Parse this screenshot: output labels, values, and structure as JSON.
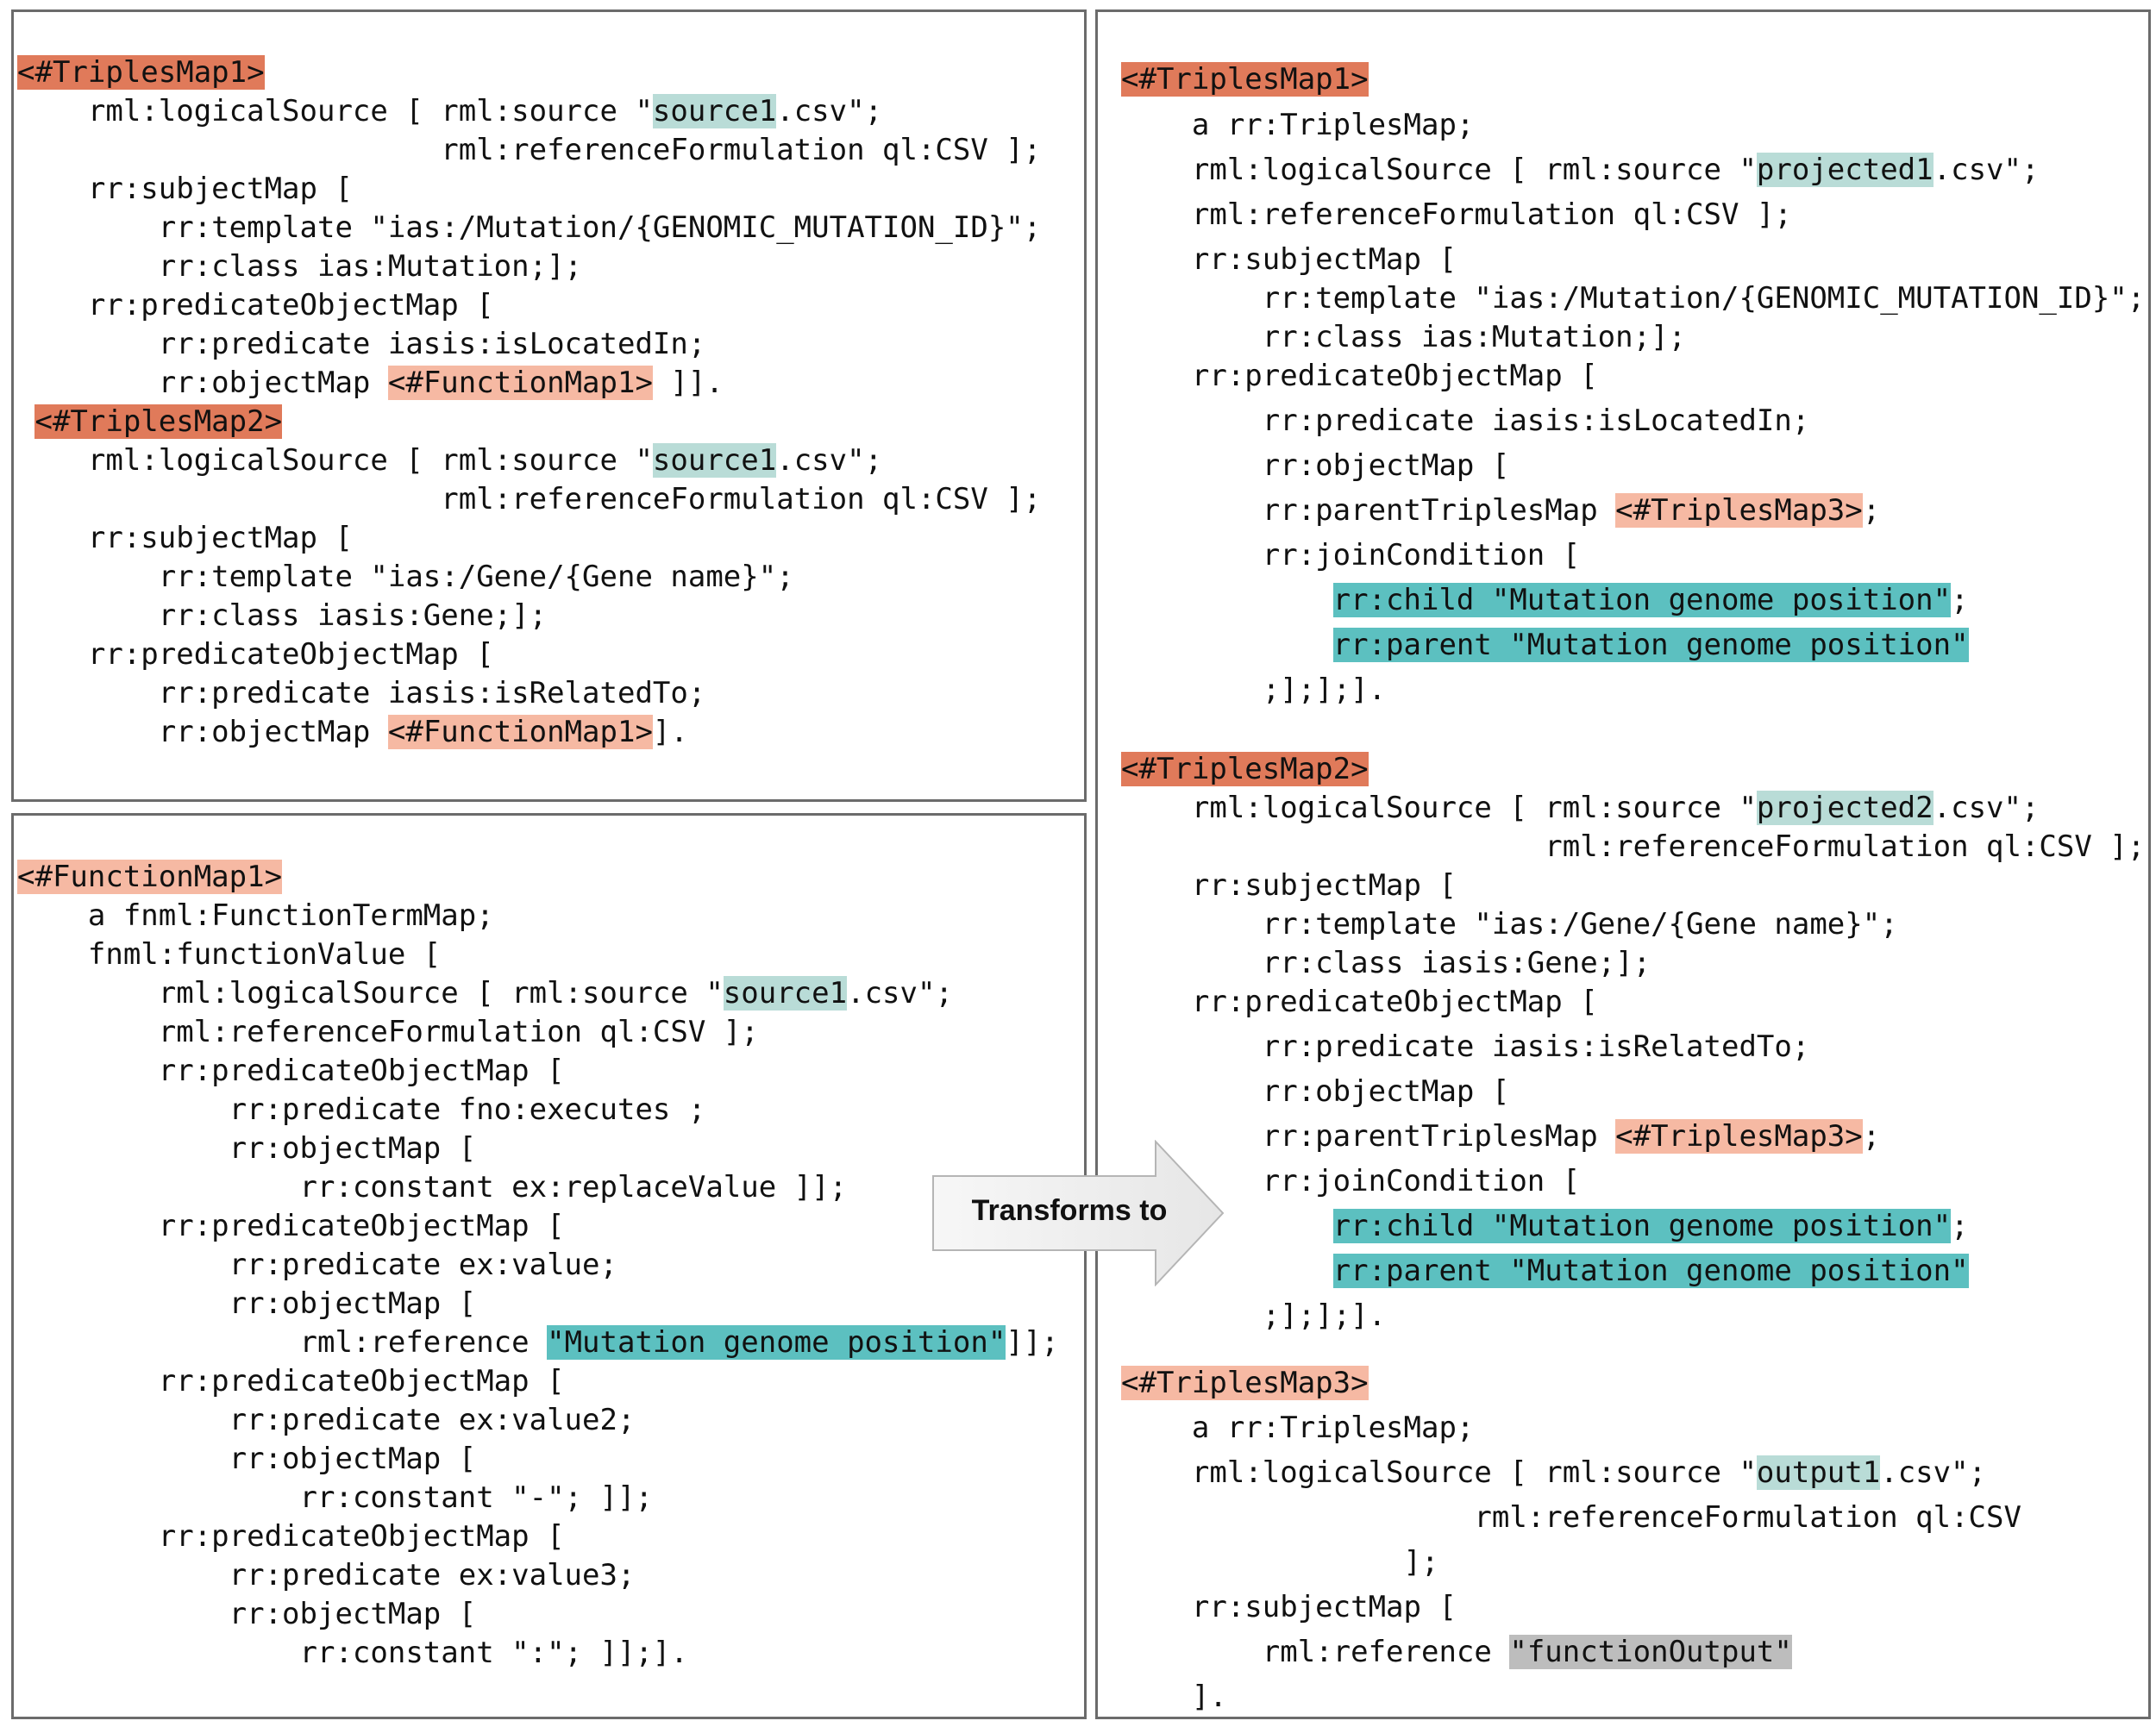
{
  "panels": {
    "top_left": {
      "lines": [
        [
          {
            "text": "<#TriplesMap1>",
            "hl": "dark"
          }
        ],
        [
          {
            "text": "    rml:logicalSource [ rml:source \""
          },
          {
            "text": "source1",
            "hl": "teal-light"
          },
          {
            "text": ".csv\";"
          }
        ],
        [
          {
            "text": "                        rml:referenceFormulation ql:CSV ];"
          }
        ],
        [
          {
            "text": "    rr:subjectMap ["
          }
        ],
        [
          {
            "text": "        rr:template \"ias:/Mutation/{GENOMIC_MUTATION_ID}\";"
          }
        ],
        [
          {
            "text": "        rr:class ias:Mutation;];"
          }
        ],
        [
          {
            "text": "    rr:predicateObjectMap ["
          }
        ],
        [
          {
            "text": "        rr:predicate iasis:isLocatedIn;"
          }
        ],
        [
          {
            "text": "        rr:objectMap "
          },
          {
            "text": "<#FunctionMap1>",
            "hl": "light"
          },
          {
            "text": " ]]."
          }
        ],
        [
          {
            "text": " "
          },
          {
            "text": "<#TriplesMap2>",
            "hl": "dark"
          }
        ],
        [
          {
            "text": "    rml:logicalSource [ rml:source \""
          },
          {
            "text": "source1",
            "hl": "teal-light"
          },
          {
            "text": ".csv\";"
          }
        ],
        [
          {
            "text": "                        rml:referenceFormulation ql:CSV ];"
          }
        ],
        [
          {
            "text": "    rr:subjectMap ["
          }
        ],
        [
          {
            "text": "        rr:template \"ias:/Gene/{Gene name}\";"
          }
        ],
        [
          {
            "text": "        rr:class iasis:Gene;];"
          }
        ],
        [
          {
            "text": "    rr:predicateObjectMap ["
          }
        ],
        [
          {
            "text": "        rr:predicate iasis:isRelatedTo;"
          }
        ],
        [
          {
            "text": "        rr:objectMap "
          },
          {
            "text": "<#FunctionMap1>",
            "hl": "light"
          },
          {
            "text": "]."
          }
        ]
      ]
    },
    "bottom_left": {
      "lines": [
        [
          {
            "text": "<#FunctionMap1>",
            "hl": "light"
          }
        ],
        [
          {
            "text": "    a fnml:FunctionTermMap;"
          }
        ],
        [
          {
            "text": "    fnml:functionValue ["
          }
        ],
        [
          {
            "text": "        rml:logicalSource [ rml:source \""
          },
          {
            "text": "source1",
            "hl": "teal-light"
          },
          {
            "text": ".csv\";"
          }
        ],
        [
          {
            "text": "        rml:referenceFormulation ql:CSV ];"
          }
        ],
        [
          {
            "text": "        rr:predicateObjectMap ["
          }
        ],
        [
          {
            "text": "            rr:predicate fno:executes ;"
          }
        ],
        [
          {
            "text": "            rr:objectMap ["
          }
        ],
        [
          {
            "text": "                rr:constant ex:replaceValue ]];"
          }
        ],
        [
          {
            "text": "        rr:predicateObjectMap ["
          }
        ],
        [
          {
            "text": "            rr:predicate ex:value;"
          }
        ],
        [
          {
            "text": "            rr:objectMap ["
          }
        ],
        [
          {
            "text": "                rml:reference "
          },
          {
            "text": "\"Mutation genome position\"",
            "hl": "teal"
          },
          {
            "text": "]];"
          }
        ],
        [
          {
            "text": "        rr:predicateObjectMap ["
          }
        ],
        [
          {
            "text": "            rr:predicate ex:value2;"
          }
        ],
        [
          {
            "text": "            rr:objectMap ["
          }
        ],
        [
          {
            "text": "                rr:constant \"-\"; ]];"
          }
        ],
        [
          {
            "text": "        rr:predicateObjectMap ["
          }
        ],
        [
          {
            "text": "            rr:predicate ex:value3;"
          }
        ],
        [
          {
            "text": "            rr:objectMap ["
          }
        ],
        [
          {
            "text": "                rr:constant \":\"; ]];]."
          }
        ]
      ]
    },
    "right": {
      "lines": [
        [
          {
            "text": "<#TriplesMap1>",
            "hl": "dark"
          }
        ],
        [
          {
            "text": "    a rr:TriplesMap;"
          }
        ],
        [
          {
            "text": "    rml:logicalSource [ rml:source \""
          },
          {
            "text": "projected1",
            "hl": "teal-light"
          },
          {
            "text": ".csv\";"
          }
        ],
        [
          {
            "text": "    rml:referenceFormulation ql:CSV ];"
          }
        ],
        [
          {
            "text": "    rr:subjectMap ["
          }
        ],
        [
          {
            "text": "        rr:template \"ias:/Mutation/{GENOMIC_MUTATION_ID}\";"
          }
        ],
        [
          {
            "text": "        rr:class ias:Mutation;];"
          }
        ],
        [
          {
            "text": "    rr:predicateObjectMap ["
          }
        ],
        [
          {
            "text": "        rr:predicate iasis:isLocatedIn;"
          }
        ],
        [
          {
            "text": "        rr:objectMap ["
          }
        ],
        [
          {
            "text": "        rr:parentTriplesMap "
          },
          {
            "text": "<#TriplesMap3>",
            "hl": "light"
          },
          {
            "text": ";"
          }
        ],
        [
          {
            "text": "        rr:joinCondition ["
          }
        ],
        [
          {
            "text": "            "
          },
          {
            "text": "rr:child \"Mutation genome position\"",
            "hl": "teal"
          },
          {
            "text": ";"
          }
        ],
        [
          {
            "text": "            "
          },
          {
            "text": "rr:parent \"Mutation genome position\"",
            "hl": "teal"
          }
        ],
        [
          {
            "text": "        ;];];]."
          }
        ],
        [
          {
            "text": "<#TriplesMap2>",
            "hl": "dark"
          }
        ],
        [
          {
            "text": "    rml:logicalSource [ rml:source \""
          },
          {
            "text": "projected2",
            "hl": "teal-light"
          },
          {
            "text": ".csv\";"
          }
        ],
        [
          {
            "text": "                        rml:referenceFormulation ql:CSV ];"
          }
        ],
        [
          {
            "text": "    rr:subjectMap ["
          }
        ],
        [
          {
            "text": "        rr:template \"ias:/Gene/{Gene name}\";"
          }
        ],
        [
          {
            "text": "        rr:class iasis:Gene;];"
          }
        ],
        [
          {
            "text": "    rr:predicateObjectMap ["
          }
        ],
        [
          {
            "text": "        rr:predicate iasis:isRelatedTo;"
          }
        ],
        [
          {
            "text": "        rr:objectMap ["
          }
        ],
        [
          {
            "text": "        rr:parentTriplesMap "
          },
          {
            "text": "<#TriplesMap3>",
            "hl": "light"
          },
          {
            "text": ";"
          }
        ],
        [
          {
            "text": "        rr:joinCondition ["
          }
        ],
        [
          {
            "text": "            "
          },
          {
            "text": "rr:child \"Mutation genome position\"",
            "hl": "teal"
          },
          {
            "text": ";"
          }
        ],
        [
          {
            "text": "            "
          },
          {
            "text": "rr:parent \"Mutation genome position\"",
            "hl": "teal"
          }
        ],
        [
          {
            "text": "        ;];];]."
          }
        ],
        [
          {
            "text": "<#TriplesMap3>",
            "hl": "light"
          }
        ],
        [
          {
            "text": "    a rr:TriplesMap;"
          }
        ],
        [
          {
            "text": "    rml:logicalSource [ rml:source \""
          },
          {
            "text": "output1",
            "hl": "teal-light"
          },
          {
            "text": ".csv\";"
          }
        ],
        [
          {
            "text": "                    rml:referenceFormulation ql:CSV"
          }
        ],
        [
          {
            "text": "                ];"
          }
        ],
        [
          {
            "text": "    rr:subjectMap ["
          }
        ],
        [
          {
            "text": "        rml:reference "
          },
          {
            "text": "\"functionOutput\"",
            "hl": "gray"
          }
        ],
        [
          {
            "text": "    ]."
          }
        ]
      ]
    }
  },
  "arrow": {
    "label": "Transforms to"
  },
  "colors": {
    "dark": "#e07a5a",
    "light": "#f6b9a3",
    "teal-light": "#b9dcd7",
    "teal": "#5cc0c0",
    "gray": "#bdbdbd",
    "border": "#6b6b6b"
  }
}
